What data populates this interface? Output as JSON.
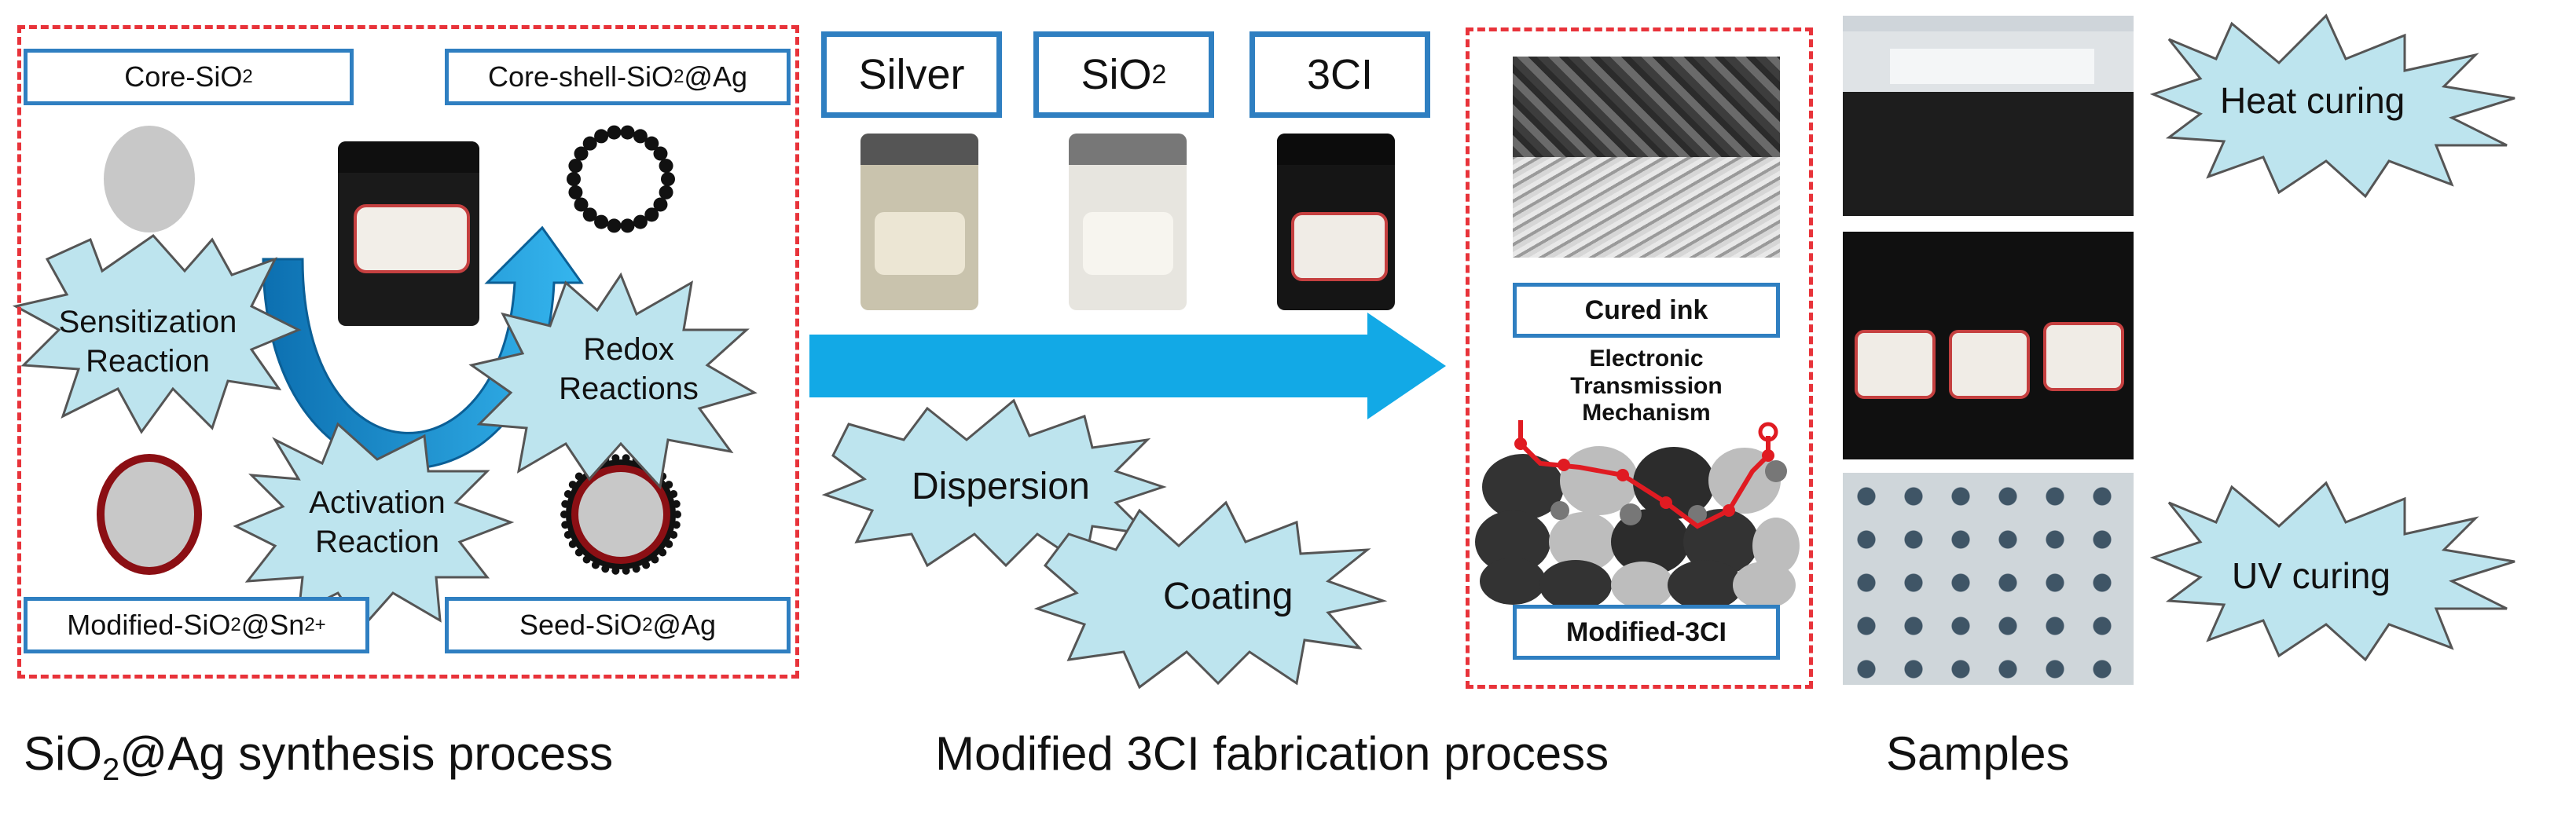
{
  "panel1": {
    "labels": {
      "core": [
        "Core-SiO",
        "2",
        ""
      ],
      "core_shell": [
        "Core-shell-SiO",
        "2",
        "@Ag"
      ],
      "modified": [
        "Modified-SiO",
        "2",
        "@Sn",
        "2+"
      ],
      "seed": [
        "Seed-SiO",
        "2",
        "@Ag"
      ]
    },
    "reactions": {
      "sensitization": [
        "Sensitization",
        "Reaction"
      ],
      "redox": [
        "Redox",
        "Reactions"
      ],
      "activation": [
        "Activation",
        "Reaction"
      ]
    },
    "caption": [
      "SiO",
      "2",
      "@Ag synthesis process"
    ]
  },
  "panel2": {
    "materials": {
      "silver": "Silver",
      "sio2": [
        "SiO",
        "2"
      ],
      "threeci": "3CI"
    },
    "steps": {
      "dispersion": "Dispersion",
      "coating": "Coating"
    },
    "caption": "Modified 3CI fabrication process"
  },
  "panel3": {
    "cured_ink": "Cured ink",
    "mechanism": [
      "Electronic",
      "Transmission",
      "Mechanism"
    ],
    "modified_3ci": "Modified-3CI"
  },
  "panel4": {
    "heat_curing": "Heat curing",
    "uv_curing": "UV curing",
    "caption": "Samples"
  },
  "colors": {
    "dashed_border": "#e8333a",
    "label_border": "#2f7fc1",
    "arrow": "#12a9e6",
    "burst_fill": "#bde4ee",
    "core_gray": "#c8c8c8",
    "modified_ring": "#8b0f14"
  }
}
